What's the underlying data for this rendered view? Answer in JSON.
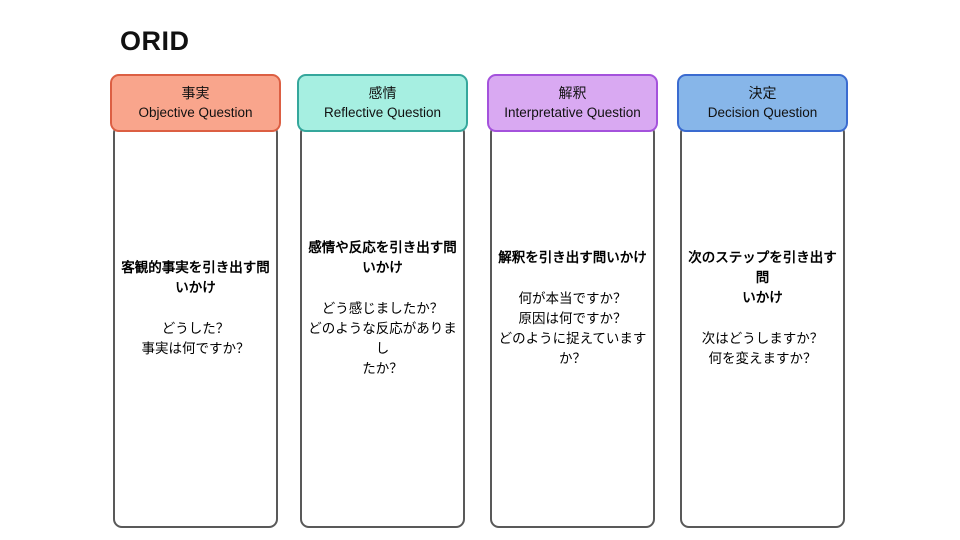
{
  "title": "ORID",
  "card_border_color": "#595959",
  "columns": [
    {
      "id": "objective",
      "header": {
        "ja": "事実",
        "en": "Objective Question"
      },
      "heading": "客観的事実を引き出す問\nいかけ",
      "body": "どうした？\n事実は何ですか？",
      "colors": {
        "fill": "#F9A58C",
        "border": "#DC5F43"
      }
    },
    {
      "id": "reflective",
      "header": {
        "ja": "感情",
        "en": "Reflective Question"
      },
      "heading": "感情や反応を引き出す問\nいかけ",
      "body": "どう感じましたか？\nどのような反応がありまし\nたか？",
      "colors": {
        "fill": "#A6EFE1",
        "border": "#35A79C"
      }
    },
    {
      "id": "interpretative",
      "header": {
        "ja": "解釈",
        "en": "Interpretative Question"
      },
      "heading": "解釈を引き出す問いかけ",
      "body": "何が本当ですか？\n原因は何ですか？\nどのように捉えています\nか？",
      "colors": {
        "fill": "#D9A9F2",
        "border": "#A452DC"
      }
    },
    {
      "id": "decision",
      "header": {
        "ja": "決定",
        "en": "Decision Question"
      },
      "heading": "次のステップを引き出す問\nいかけ",
      "body": "次はどうしますか？\n何を変えますか？",
      "colors": {
        "fill": "#87B6E9",
        "border": "#3A6BD0"
      }
    }
  ]
}
